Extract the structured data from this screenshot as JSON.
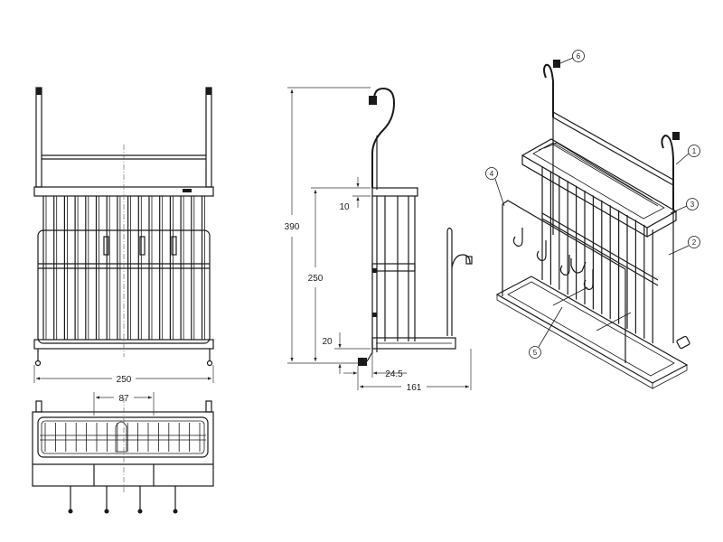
{
  "dimensions": {
    "front_width": "250",
    "top_spacing": "87",
    "overall_height": "390",
    "basket_height": "250",
    "rim_height": "10",
    "bottom_height": "20",
    "hook_offset": "24.5",
    "depth": "161"
  },
  "balloons": [
    "1",
    "2",
    "3",
    "4",
    "5",
    "6"
  ],
  "colors": {
    "line": "#1a1a1a",
    "background": "#ffffff"
  }
}
